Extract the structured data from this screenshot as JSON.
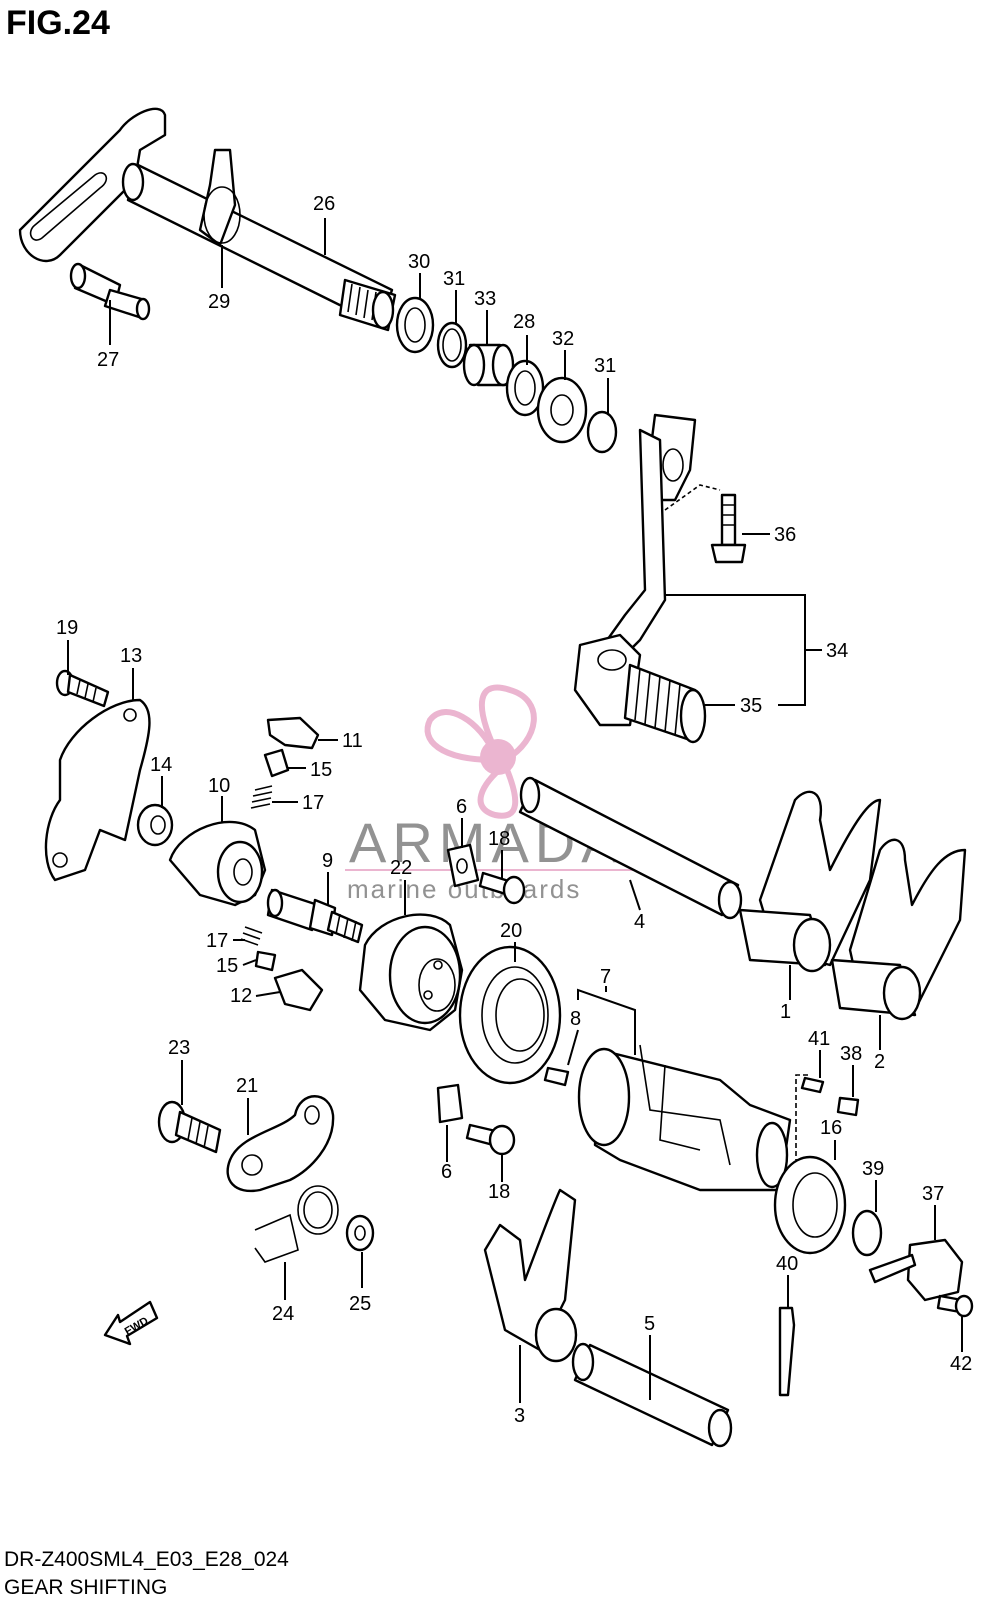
{
  "figure": {
    "title": "FIG.24",
    "model_code": "DR-Z400SML4_E03_E28_024",
    "caption": "GEAR SHIFTING",
    "fwd_label": "FWD"
  },
  "watermark": {
    "brand": "ARMADA",
    "tagline": "marine outboards",
    "colors": {
      "logo": "#e8a9c8",
      "text": "#7f7f7f"
    }
  },
  "callouts": [
    "1",
    "2",
    "3",
    "4",
    "5",
    "6",
    "6",
    "7",
    "8",
    "9",
    "10",
    "11",
    "12",
    "13",
    "14",
    "15",
    "15",
    "16",
    "17",
    "17",
    "18",
    "18",
    "19",
    "20",
    "21",
    "22",
    "23",
    "24",
    "25",
    "26",
    "27",
    "28",
    "29",
    "30",
    "31",
    "31",
    "32",
    "33",
    "34",
    "35",
    "36",
    "37",
    "38",
    "39",
    "40",
    "41",
    "42"
  ]
}
